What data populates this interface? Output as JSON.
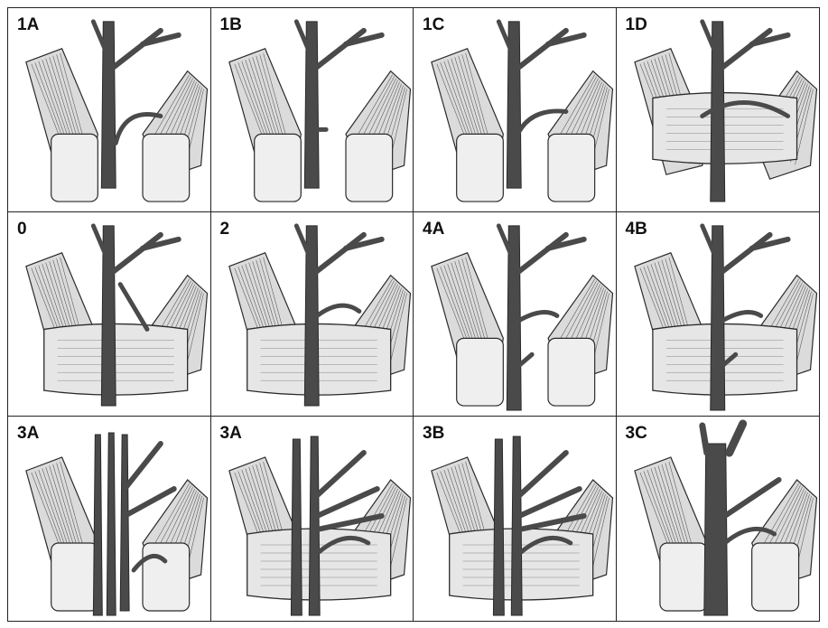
{
  "panels": [
    {
      "label": "1A",
      "variant": "split-left-branch"
    },
    {
      "label": "1B",
      "variant": "split-short-stub"
    },
    {
      "label": "1C",
      "variant": "split-loop"
    },
    {
      "label": "1D",
      "variant": "fused-band-arc"
    },
    {
      "label": "0",
      "variant": "band-oblique-branch"
    },
    {
      "label": "2",
      "variant": "band-hook"
    },
    {
      "label": "4A",
      "variant": "split-descending"
    },
    {
      "label": "4B",
      "variant": "band-descending"
    },
    {
      "label": "3A",
      "variant": "split-triple-trunk"
    },
    {
      "label": "3A",
      "variant": "band-double-trunk"
    },
    {
      "label": "3B",
      "variant": "band-double-trunk-b"
    },
    {
      "label": "3C",
      "variant": "split-thick-trunk"
    }
  ],
  "colors": {
    "ink": "#2a2a2a",
    "vessel": "#4a4a4a",
    "muscle_shade": "#bdbdbd",
    "band_fill": "#e6e6e6",
    "grid_line": "#222222"
  }
}
